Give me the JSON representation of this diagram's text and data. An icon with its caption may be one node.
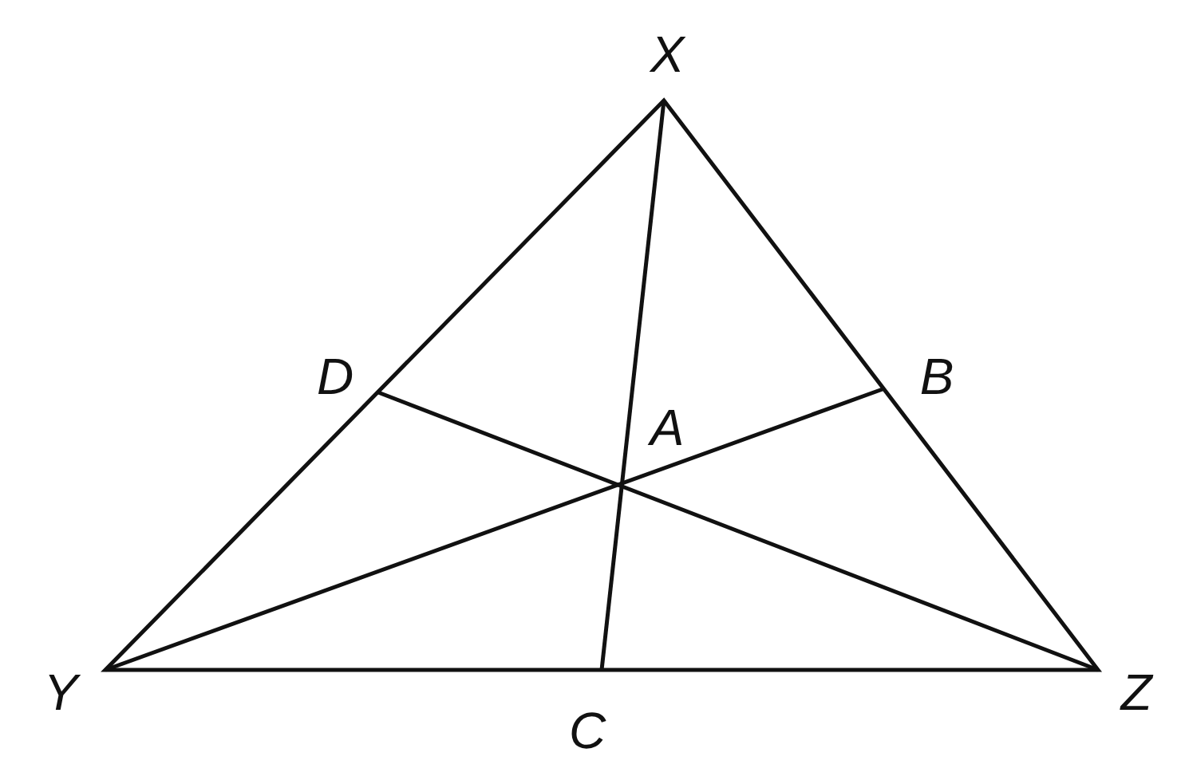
{
  "diagram": {
    "labels": [
      "X",
      "D",
      "B",
      "A",
      "Y",
      "C",
      "Z"
    ]
  }
}
